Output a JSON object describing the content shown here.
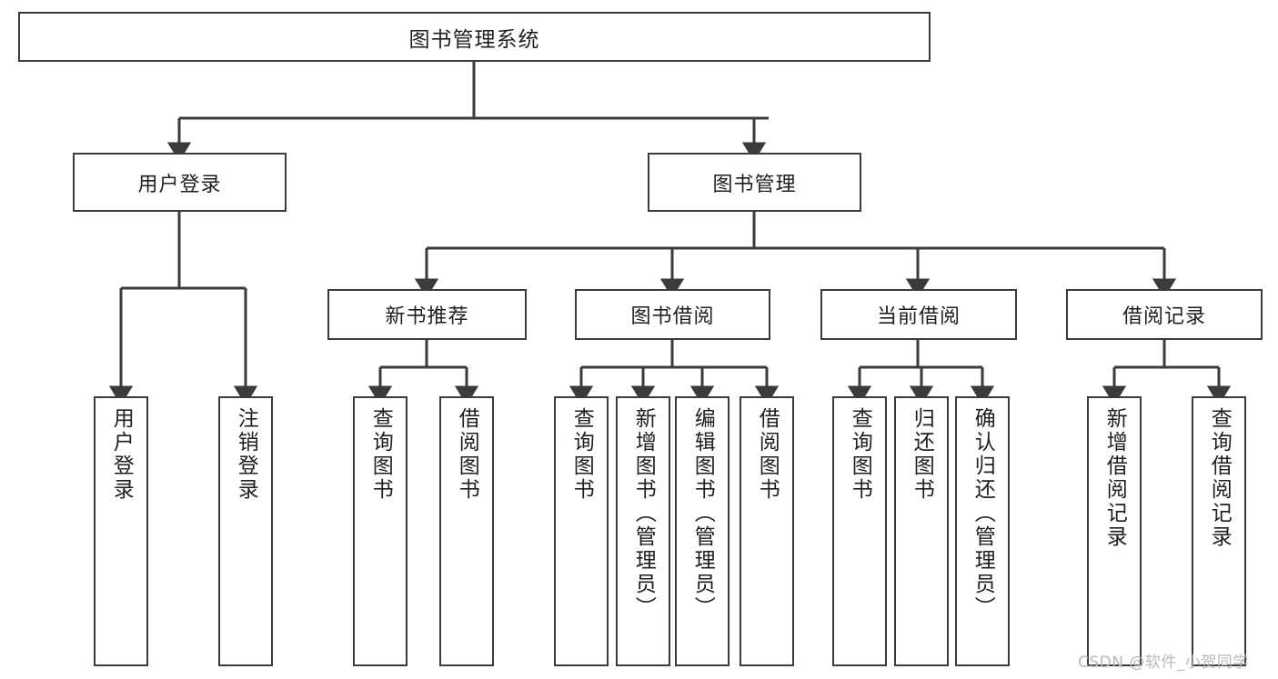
{
  "diagram": {
    "type": "tree",
    "title": "图书管理系统",
    "orientation": "top-down",
    "edge_style": "orthogonal-arrow",
    "colors": {
      "stroke": "#3b3b3b",
      "fill": "#ffffff",
      "text": "#1f1f1f",
      "watermark": "#b9b9b9"
    },
    "root": {
      "label": "图书管理系统",
      "text_direction": "horizontal"
    },
    "level2": [
      {
        "label": "用户登录",
        "text_direction": "horizontal"
      },
      {
        "label": "图书管理",
        "text_direction": "horizontal"
      }
    ],
    "level3": [
      {
        "label": "新书推荐",
        "text_direction": "horizontal"
      },
      {
        "label": "图书借阅",
        "text_direction": "horizontal"
      },
      {
        "label": "当前借阅",
        "text_direction": "horizontal"
      },
      {
        "label": "借阅记录",
        "text_direction": "horizontal"
      }
    ],
    "leaves": {
      "user_login": [
        {
          "label": "用户登录",
          "text_direction": "vertical"
        },
        {
          "label": "注销登录",
          "text_direction": "vertical"
        }
      ],
      "new_book_recommend": [
        {
          "label": "查询图书",
          "text_direction": "vertical"
        },
        {
          "label": "借阅图书",
          "text_direction": "vertical"
        }
      ],
      "book_borrow": [
        {
          "label": "查询图书",
          "text_direction": "vertical"
        },
        {
          "label": "新增图书（管理员）",
          "text_direction": "vertical"
        },
        {
          "label": "编辑图书（管理员）",
          "text_direction": "vertical"
        },
        {
          "label": "借阅图书",
          "text_direction": "vertical"
        }
      ],
      "current_borrow": [
        {
          "label": "查询图书",
          "text_direction": "vertical"
        },
        {
          "label": "归还图书",
          "text_direction": "vertical"
        },
        {
          "label": "确认归还（管理员）",
          "text_direction": "vertical"
        }
      ],
      "borrow_record": [
        {
          "label": "新增借阅记录",
          "text_direction": "vertical"
        },
        {
          "label": "查询借阅记录",
          "text_direction": "vertical"
        }
      ]
    }
  },
  "watermark": {
    "text": "CSDN @软件_小贺同学"
  }
}
